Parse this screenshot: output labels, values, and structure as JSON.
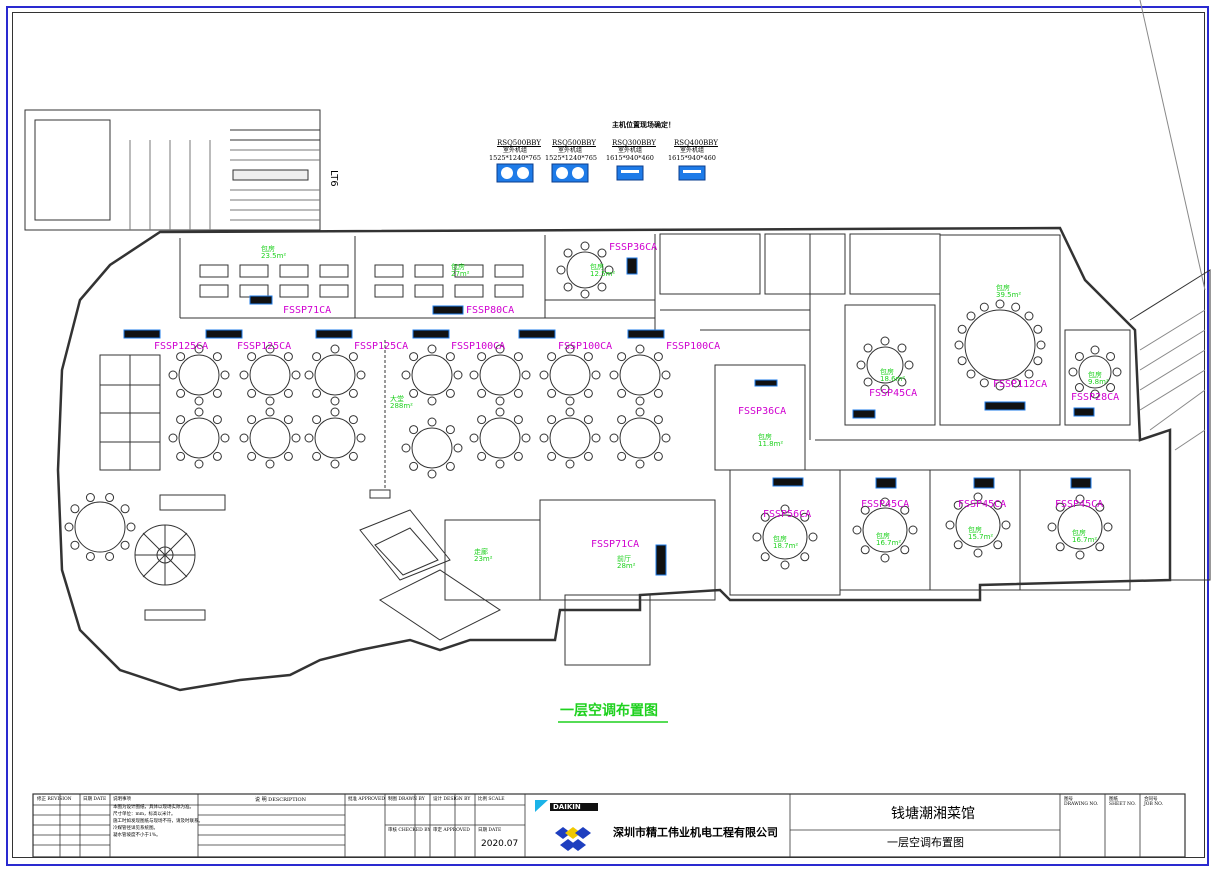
{
  "outdoor_units": {
    "note": "主机位置现场确定！",
    "units": [
      {
        "model": "RSQ500BBY",
        "sub": "室外机组",
        "dims": "1525*1240*765"
      },
      {
        "model": "RSQ500BBY",
        "sub": "室外机组",
        "dims": "1525*1240*765"
      },
      {
        "model": "RSQ300BBY",
        "sub": "室外机组",
        "dims": "1615*940*460"
      },
      {
        "model": "RSQ400BBY",
        "sub": "室外机组",
        "dims": "1615*940*460"
      }
    ]
  },
  "stair_label": "LT6",
  "indoor_units": [
    "FSSP71CA",
    "FSSP80CA",
    "FSSP36CA",
    "FSSP125CA",
    "FSSP125CA",
    "FSSP125CA",
    "FSSP100CA",
    "FSSP100CA",
    "FSSP100CA",
    "FSSP45CA",
    "FSSP112CA",
    "FSSP28CA",
    "FSSP36CA",
    "FSSP56CA",
    "FSSP45CA",
    "FSSP45CA",
    "FSSP45CA",
    "FSSP71CA"
  ],
  "rooms": {
    "r1": "包房\n23.5m²",
    "r2": "包房\n27m²",
    "r3": "包房\n12.5m²",
    "r4": "包房\n39.5m²",
    "r5": "包房\n18.6m²",
    "r6": "包房\n9.8m²",
    "r7": "包房\n11.8m²",
    "hall": "大堂\n288m²",
    "r8": "包房\n18.7m²",
    "r9": "包房\n16.7m²",
    "r10": "包房\n15.7m²",
    "r11": "包房\n16.7m²",
    "entry": "走廊\n23m²",
    "lobby": "前厅\n28m²"
  },
  "drawing_title": "一层空调布置图",
  "title_block": {
    "col_revision": "修正 REVISION",
    "col_date": "日期 DATE",
    "col_desc_label": "说 明 DESCRIPTION",
    "notes_head": "说明事项",
    "notes": [
      "本图为设计图纸，具体以现场实际为准。",
      "尺寸单位：mm，标高以米计。",
      "施工时如发现图纸与现场不符，请及时联系。",
      "冷媒管径详见系统图。",
      "凝水管坡度不小于1%。"
    ],
    "approved": "批准 APPROVED",
    "drawn_by": "制图 DRAWN BY",
    "design_by": "设计 DESIGN BY",
    "scale": "比例 SCALE",
    "checked_by": "审核 CHECKED BY",
    "approved2": "审定 APPROVED",
    "date_label": "日期 DATE",
    "date_value": "2020.07",
    "brand": "DAIKIN",
    "company": "深圳市精工伟业机电工程有限公司",
    "project": "钱塘潮湘菜馆",
    "sheet_title": "一层空调布置图",
    "drawing_no": "图号\nDRAWING NO.",
    "sheet_no": "图纸\nSHEET NO.",
    "job_no": "合同号\nJOB NO."
  },
  "colors": {
    "frame": "#2a2ad0",
    "unit_tag": "#d000d0",
    "room_label": "#1fd11f",
    "outdoor_unit": "#1e7be8"
  }
}
